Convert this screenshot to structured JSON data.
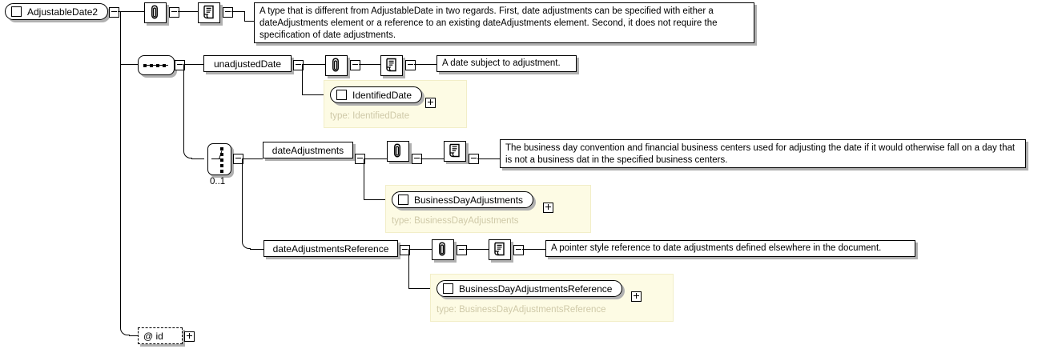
{
  "diagram": {
    "title": "AdjustableDate2",
    "root": {
      "name": "AdjustableDate2",
      "annotation": "A type that is different from AdjustableDate in two regards. First, date adjustments can be specified with either a dateAdjustments element or a reference to an existing dateAdjustments element. Second, it does not require the specification of date adjustments."
    },
    "compositors": {
      "sequence": {
        "kind": "sequence",
        "cardinality": ""
      },
      "choice": {
        "kind": "choice",
        "cardinality": "0..1"
      }
    },
    "elements": [
      {
        "name": "unadjustedDate",
        "annotation": "A date subject to adjustment.",
        "type_node": "IdentifiedDate",
        "type_label": "type: IdentifiedDate"
      },
      {
        "name": "dateAdjustments",
        "annotation": "The business day convention and financial business centers used for adjusting the date if it would otherwise fall on a day that is not a business dat in the specified business centers.",
        "type_node": "BusinessDayAdjustments",
        "type_label": "type: BusinessDayAdjustments"
      },
      {
        "name": "dateAdjustmentsReference",
        "annotation": "A pointer style reference to date adjustments defined elsewhere in the document.",
        "type_node": "BusinessDayAdjustmentsReference",
        "type_label": "type: BusinessDayAdjustmentsReference"
      }
    ],
    "attribute": {
      "name": "@ id"
    },
    "icons": {
      "attachment": "paperclip-icon",
      "documentation": "scroll-document-icon",
      "collapse": "collapse-toggle-icon",
      "expand": "expand-toggle-icon"
    },
    "colors": {
      "panel_background": "#fdfbe4",
      "panel_border": "#f2eec8",
      "type_label": "#cfc9a8",
      "line": "#000000",
      "shadow": "#b0b0b0"
    }
  }
}
